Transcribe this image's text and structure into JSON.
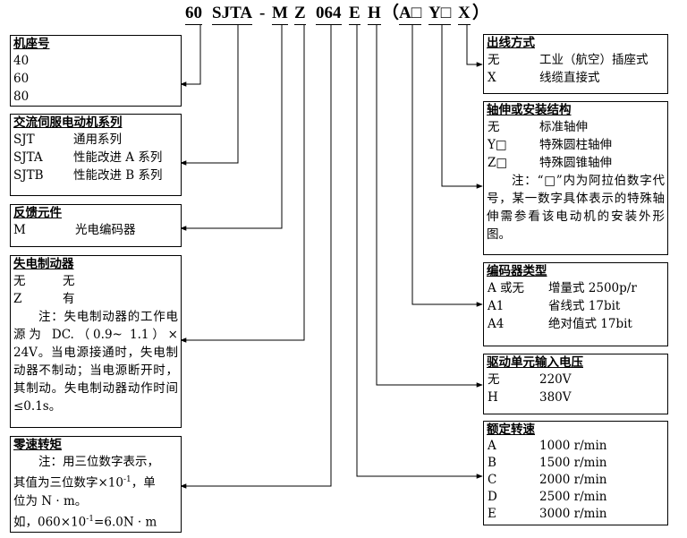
{
  "code": {
    "parts": [
      "60",
      "SJTA",
      "-",
      "M",
      "Z",
      "064",
      "E",
      "H",
      "（",
      "A□",
      "Y□",
      "X",
      "）"
    ]
  },
  "left_boxes": [
    {
      "id": "seat",
      "title": "机座号",
      "rows": [
        [
          "40",
          ""
        ],
        [
          "60",
          ""
        ],
        [
          "80",
          ""
        ]
      ]
    },
    {
      "id": "series",
      "title": "交流伺服电动机系列",
      "rows": [
        [
          "SJT",
          "通用系列"
        ],
        [
          "SJTA",
          "性能改进 A 系列"
        ],
        [
          "SJTB",
          "性能改进 B 系列"
        ]
      ]
    },
    {
      "id": "feedback",
      "title": "反馈元件",
      "rows": [
        [
          "M",
          "光电编码器"
        ]
      ]
    },
    {
      "id": "brake",
      "title": "失电制动器",
      "rows": [
        [
          "无",
          "无"
        ],
        [
          "Z",
          "有"
        ]
      ],
      "note": "注：失电制动器的工作电源为 DC.（0.9~ 1.1）× 24V。当电源接通时，失电制动器不制动；当电源断开时，其制动。失电制动器动作时间≤0.1s。"
    },
    {
      "id": "torque",
      "title": "零速转矩",
      "note_lines": [
        "注：用三位数字表示，",
        "其值为三位数字×10",
        "位为 N · m。",
        "如，060×10",
        "=6.0N · m"
      ],
      "superscript": "-1",
      "note_tail": "，单"
    }
  ],
  "right_boxes": [
    {
      "id": "outlet",
      "title": "出线方式",
      "rows": [
        [
          "无",
          "工业（航空）插座式"
        ],
        [
          "X",
          "线缆直接式"
        ]
      ]
    },
    {
      "id": "shaft",
      "title": "轴伸或安装结构",
      "rows": [
        [
          "无",
          "标准轴伸"
        ],
        [
          "Y□",
          "特殊圆柱轴伸"
        ],
        [
          "Z□",
          "特殊圆锥轴伸"
        ]
      ],
      "note": "注：“□”内为阿拉伯数字代号，某一数字具体表示的特殊轴伸需参看该电动机的安装外形图。"
    },
    {
      "id": "encoder",
      "title": "编码器类型",
      "rows": [
        [
          "A 或无",
          "增量式 2500p/r"
        ],
        [
          "A1",
          "省线式 17bit"
        ],
        [
          "A4",
          "绝对值式 17bit"
        ]
      ]
    },
    {
      "id": "voltage",
      "title": "驱动单元输入电压",
      "rows": [
        [
          "无",
          "220V"
        ],
        [
          "H",
          "380V"
        ]
      ]
    },
    {
      "id": "speed",
      "title": "额定转速",
      "rows": [
        [
          "A",
          "1000 r/min"
        ],
        [
          "B",
          "1500 r/min"
        ],
        [
          "C",
          "2000 r/min"
        ],
        [
          "D",
          "2500 r/min"
        ],
        [
          "E",
          "3000 r/min"
        ]
      ]
    }
  ]
}
